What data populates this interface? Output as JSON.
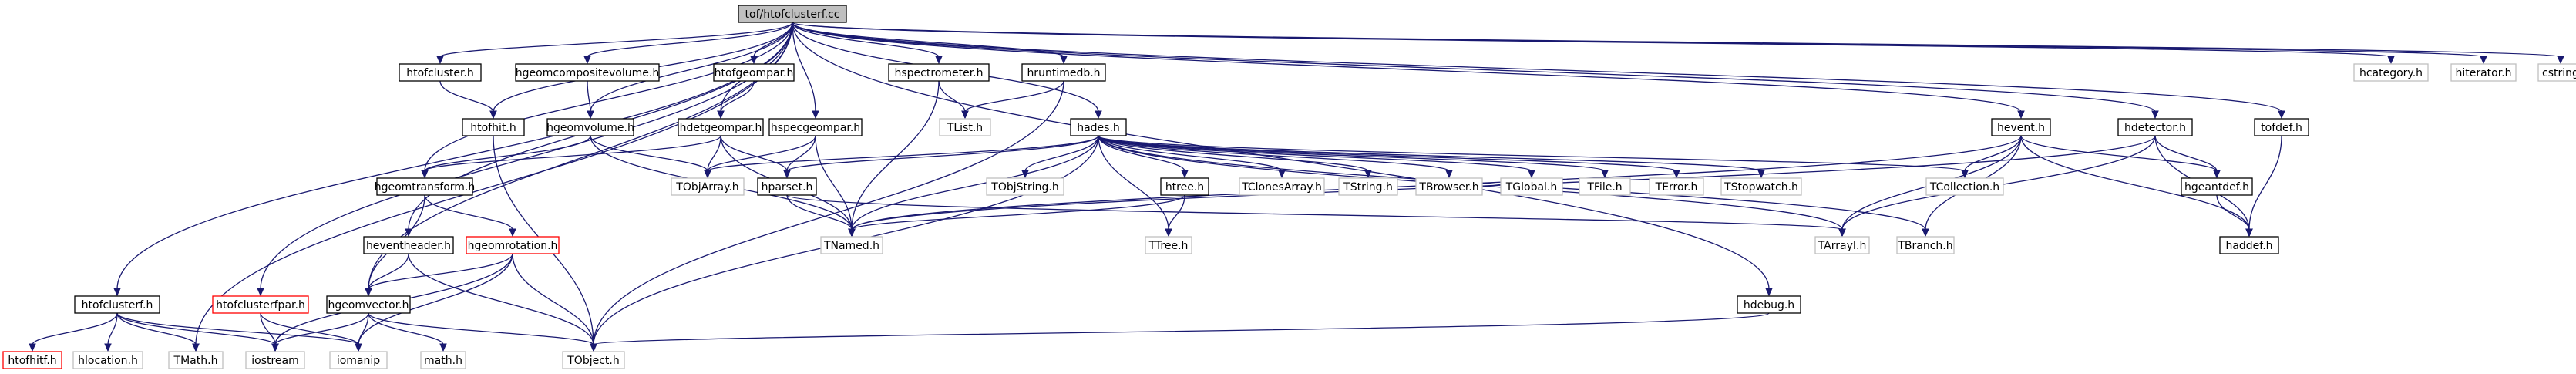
{
  "graph": {
    "nodes": [
      {
        "id": "root",
        "label": "tof/htofclusterf.cc",
        "style": "root"
      },
      {
        "id": "htofcluster",
        "label": "htofcluster.h",
        "style": "normal"
      },
      {
        "id": "hgeomcompositevolume",
        "label": "hgeomcompositevolume.h",
        "style": "normal"
      },
      {
        "id": "htofgeompar",
        "label": "htofgeompar.h",
        "style": "normal"
      },
      {
        "id": "hspectrometer",
        "label": "hspectrometer.h",
        "style": "normal"
      },
      {
        "id": "hruntimedb",
        "label": "hruntimedb.h",
        "style": "normal"
      },
      {
        "id": "hcategory",
        "label": "hcategory.h",
        "style": "gray"
      },
      {
        "id": "hiterator",
        "label": "hiterator.h",
        "style": "gray"
      },
      {
        "id": "cstring",
        "label": "cstring",
        "style": "gray"
      },
      {
        "id": "htofhit",
        "label": "htofhit.h",
        "style": "normal"
      },
      {
        "id": "hgeomvolume",
        "label": "hgeomvolume.h",
        "style": "normal"
      },
      {
        "id": "hdetgeompar",
        "label": "hdetgeompar.h",
        "style": "normal"
      },
      {
        "id": "hspecgeompar",
        "label": "hspecgeompar.h",
        "style": "normal"
      },
      {
        "id": "hades",
        "label": "hades.h",
        "style": "normal"
      },
      {
        "id": "tlist",
        "label": "TList.h",
        "style": "gray"
      },
      {
        "id": "hevent",
        "label": "hevent.h",
        "style": "normal"
      },
      {
        "id": "hdetector",
        "label": "hdetector.h",
        "style": "normal"
      },
      {
        "id": "htofdef",
        "label": "tofdef.h",
        "style": "normal"
      },
      {
        "id": "hgeomtransform",
        "label": "hgeomtransform.h",
        "style": "normal"
      },
      {
        "id": "tobjarray",
        "label": "TObjArray.h",
        "style": "gray"
      },
      {
        "id": "hparset",
        "label": "hparset.h",
        "style": "normal"
      },
      {
        "id": "tobjstring",
        "label": "TObjString.h",
        "style": "gray"
      },
      {
        "id": "htree",
        "label": "htree.h",
        "style": "normal"
      },
      {
        "id": "tclonesarray",
        "label": "TClonesArray.h",
        "style": "gray"
      },
      {
        "id": "tstring",
        "label": "TString.h",
        "style": "gray"
      },
      {
        "id": "tbrowser",
        "label": "TBrowser.h",
        "style": "gray"
      },
      {
        "id": "tglobal",
        "label": "TGlobal.h",
        "style": "gray"
      },
      {
        "id": "tfile",
        "label": "TFile.h",
        "style": "gray"
      },
      {
        "id": "terror",
        "label": "TError.h",
        "style": "gray"
      },
      {
        "id": "tstopwatch",
        "label": "TStopwatch.h",
        "style": "gray"
      },
      {
        "id": "tcollection",
        "label": "TCollection.h",
        "style": "gray"
      },
      {
        "id": "hgeantdef",
        "label": "hgeantdef.h",
        "style": "normal"
      },
      {
        "id": "haddef",
        "label": "haddef.h",
        "style": "normal"
      },
      {
        "id": "tnamed",
        "label": "TNamed.h",
        "style": "gray"
      },
      {
        "id": "ttree",
        "label": "TTree.h",
        "style": "gray"
      },
      {
        "id": "tarrayi",
        "label": "TArrayI.h",
        "style": "gray"
      },
      {
        "id": "tbranch",
        "label": "TBranch.h",
        "style": "gray"
      },
      {
        "id": "heventheader",
        "label": "heventheader.h",
        "style": "normal"
      },
      {
        "id": "hgeomrotation",
        "label": "hgeomrotation.h",
        "style": "red"
      },
      {
        "id": "htofclusterf",
        "label": "htofclusterf.h",
        "style": "normal"
      },
      {
        "id": "htofclusterfpar",
        "label": "htofclusterfpar.h",
        "style": "red"
      },
      {
        "id": "hgeomvector",
        "label": "hgeomvector.h",
        "style": "normal"
      },
      {
        "id": "hdebug",
        "label": "hdebug.h",
        "style": "normal"
      },
      {
        "id": "htofhitf",
        "label": "htofhitf.h",
        "style": "red"
      },
      {
        "id": "hlocation",
        "label": "hlocation.h",
        "style": "gray"
      },
      {
        "id": "tmath",
        "label": "TMath.h",
        "style": "gray"
      },
      {
        "id": "iostream",
        "label": "iostream",
        "style": "gray"
      },
      {
        "id": "iomanip",
        "label": "iomanip",
        "style": "gray"
      },
      {
        "id": "mathh",
        "label": "math.h",
        "style": "gray"
      },
      {
        "id": "tobject",
        "label": "TObject.h",
        "style": "gray"
      }
    ],
    "edges": [
      [
        "root",
        "htofcluster"
      ],
      [
        "root",
        "hgeomcompositevolume"
      ],
      [
        "root",
        "htofgeompar"
      ],
      [
        "root",
        "hspectrometer"
      ],
      [
        "root",
        "hruntimedb"
      ],
      [
        "root",
        "hcategory"
      ],
      [
        "root",
        "hiterator"
      ],
      [
        "root",
        "cstring"
      ],
      [
        "root",
        "htofhit"
      ],
      [
        "root",
        "hgeomvolume"
      ],
      [
        "root",
        "hdetgeompar"
      ],
      [
        "root",
        "hspecgeompar"
      ],
      [
        "root",
        "hades"
      ],
      [
        "root",
        "hevent"
      ],
      [
        "root",
        "hdetector"
      ],
      [
        "root",
        "htofdef"
      ],
      [
        "root",
        "hgeomtransform"
      ],
      [
        "root",
        "heventheader"
      ],
      [
        "root",
        "htofclusterf"
      ],
      [
        "root",
        "htofclusterfpar"
      ],
      [
        "root",
        "hgeomvector"
      ],
      [
        "root",
        "hdebug"
      ],
      [
        "root",
        "tmath"
      ],
      [
        "htofcluster",
        "htofhit"
      ],
      [
        "htofhit",
        "tobject"
      ],
      [
        "hgeomcompositevolume",
        "hgeomvolume"
      ],
      [
        "htofgeompar",
        "hdetgeompar"
      ],
      [
        "hspectrometer",
        "tlist"
      ],
      [
        "hspectrometer",
        "tnamed"
      ],
      [
        "hruntimedb",
        "tlist"
      ],
      [
        "hruntimedb",
        "tobject"
      ],
      [
        "hgeomvolume",
        "hgeomtransform"
      ],
      [
        "hgeomvolume",
        "tobjarray"
      ],
      [
        "hgeomvolume",
        "tnamed"
      ],
      [
        "hdetgeompar",
        "hgeomtransform"
      ],
      [
        "hdetgeompar",
        "tobjarray"
      ],
      [
        "hdetgeompar",
        "hparset"
      ],
      [
        "hdetgeompar",
        "tnamed"
      ],
      [
        "hspecgeompar",
        "tobjarray"
      ],
      [
        "hspecgeompar",
        "hparset"
      ],
      [
        "hspecgeompar",
        "tnamed"
      ],
      [
        "hades",
        "tobjarray"
      ],
      [
        "hades",
        "tobjstring"
      ],
      [
        "hades",
        "htree"
      ],
      [
        "hades",
        "tclonesarray"
      ],
      [
        "hades",
        "tstring"
      ],
      [
        "hades",
        "tbrowser"
      ],
      [
        "hades",
        "tglobal"
      ],
      [
        "hades",
        "tfile"
      ],
      [
        "hades",
        "terror"
      ],
      [
        "hades",
        "tstopwatch"
      ],
      [
        "hades",
        "tcollection"
      ],
      [
        "hades",
        "tnamed"
      ],
      [
        "hades",
        "ttree"
      ],
      [
        "hades",
        "tarrayi"
      ],
      [
        "hades",
        "tbranch"
      ],
      [
        "hades",
        "tobject"
      ],
      [
        "hades",
        "hparset"
      ],
      [
        "hparset",
        "tnamed"
      ],
      [
        "hparset",
        "tarrayi"
      ],
      [
        "htree",
        "ttree"
      ],
      [
        "htree",
        "tnamed"
      ],
      [
        "hevent",
        "tcollection"
      ],
      [
        "hevent",
        "tnamed"
      ],
      [
        "hevent",
        "hgeantdef"
      ],
      [
        "hevent",
        "haddef"
      ],
      [
        "hevent",
        "tbranch"
      ],
      [
        "hevent",
        "tarrayi"
      ],
      [
        "hdetector",
        "hgeantdef"
      ],
      [
        "hdetector",
        "haddef"
      ],
      [
        "hdetector",
        "tnamed"
      ],
      [
        "hdetector",
        "tarrayi"
      ],
      [
        "htofdef",
        "haddef"
      ],
      [
        "hgeantdef",
        "haddef"
      ],
      [
        "hgeomtransform",
        "hgeomvector"
      ],
      [
        "hgeomtransform",
        "hgeomrotation"
      ],
      [
        "hgeomrotation",
        "hgeomvector"
      ],
      [
        "hgeomrotation",
        "tobject"
      ],
      [
        "hgeomrotation",
        "iostream"
      ],
      [
        "hgeomrotation",
        "iomanip"
      ],
      [
        "heventheader",
        "hgeomvector"
      ],
      [
        "heventheader",
        "tobject"
      ],
      [
        "hgeomvector",
        "tobject"
      ],
      [
        "hgeomvector",
        "iostream"
      ],
      [
        "hgeomvector",
        "iomanip"
      ],
      [
        "hgeomvector",
        "mathh"
      ],
      [
        "htofclusterf",
        "htofhitf"
      ],
      [
        "htofclusterf",
        "hlocation"
      ],
      [
        "htofclusterf",
        "tmath"
      ],
      [
        "htofclusterf",
        "iostream"
      ],
      [
        "htofclusterf",
        "iomanip"
      ],
      [
        "htofclusterfpar",
        "iostream"
      ],
      [
        "htofclusterfpar",
        "iomanip"
      ],
      [
        "hdebug",
        "tobject"
      ]
    ]
  }
}
